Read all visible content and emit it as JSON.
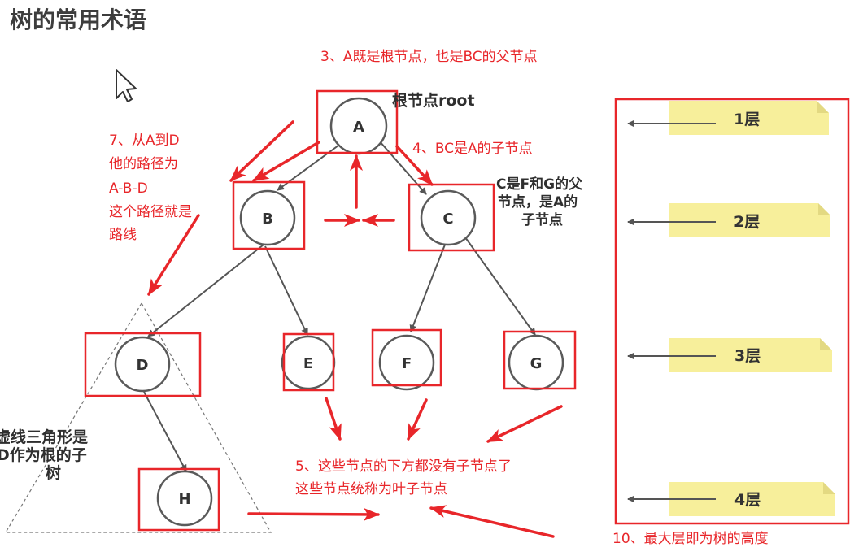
{
  "title": "树的常用术语",
  "colors": {
    "annotation_red": "#e8262a",
    "edge_gray": "#555555",
    "node_stroke": "#5a5a5a",
    "sticky_yellow": "#f7ef9b"
  },
  "nodes": {
    "a": "A",
    "b": "B",
    "c": "C",
    "d": "D",
    "e": "E",
    "f": "F",
    "g": "G",
    "h": "H"
  },
  "labels": {
    "root": "根节点root",
    "c_parent": [
      "C是F和G的父",
      "节点，是A的",
      "子节点"
    ],
    "subtree": [
      "虚线三角形是",
      "D作为根的子",
      "树"
    ]
  },
  "annotations": {
    "a_parent": "3、A既是根节点，也是BC的父节点",
    "bc_children": "4、BC是A的子节点",
    "leaves": [
      "5、这些节点的下方都没有子节点了",
      "这些节点统称为叶子节点"
    ],
    "path": [
      "7、从A到D",
      "他的路径为",
      "A-B-D",
      "这个路径就是",
      "路线"
    ],
    "height": "10、最大层即为树的高度"
  },
  "levels": [
    "1层",
    "2层",
    "3层",
    "4层"
  ],
  "icons": {
    "cursor": "mouse-cursor-icon"
  }
}
